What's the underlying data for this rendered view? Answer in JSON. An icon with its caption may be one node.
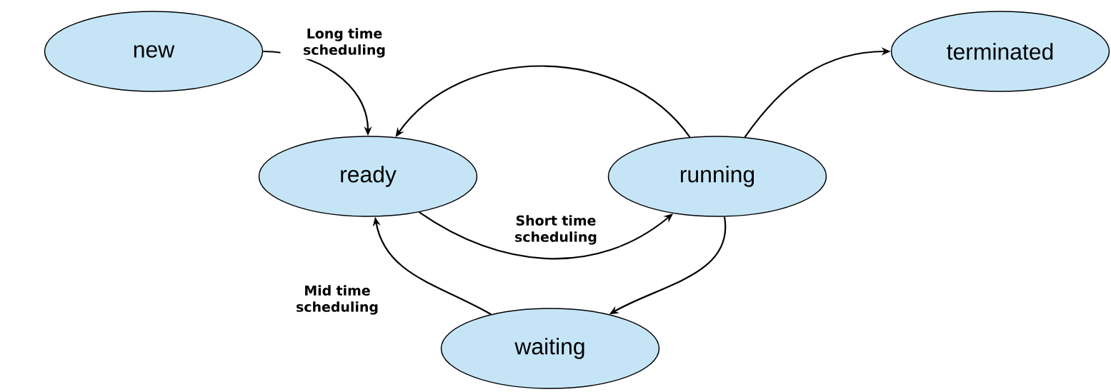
{
  "diagram": {
    "nodes": [
      {
        "text": [
          "new"
        ]
      },
      {
        "text": [
          "ready"
        ]
      },
      {
        "text": [
          "running"
        ]
      },
      {
        "text": [
          "terminated"
        ]
      },
      {
        "text": [
          "waiting"
        ]
      }
    ],
    "edges": [
      {
        "from": 0,
        "to": 1,
        "arrow": "to",
        "label": "Long time scheduling"
      },
      {
        "from": 2,
        "to": 1,
        "arrow": "to"
      },
      {
        "from": 1,
        "to": 2,
        "arrow": "to",
        "label": "Short time scheduling"
      },
      {
        "from": 2,
        "to": 3,
        "arrow": "to"
      },
      {
        "from": 2,
        "to": 4,
        "arrow": "to"
      },
      {
        "from": 4,
        "to": 1,
        "arrow": "to",
        "label": "Mid time scheduling"
      }
    ]
  }
}
